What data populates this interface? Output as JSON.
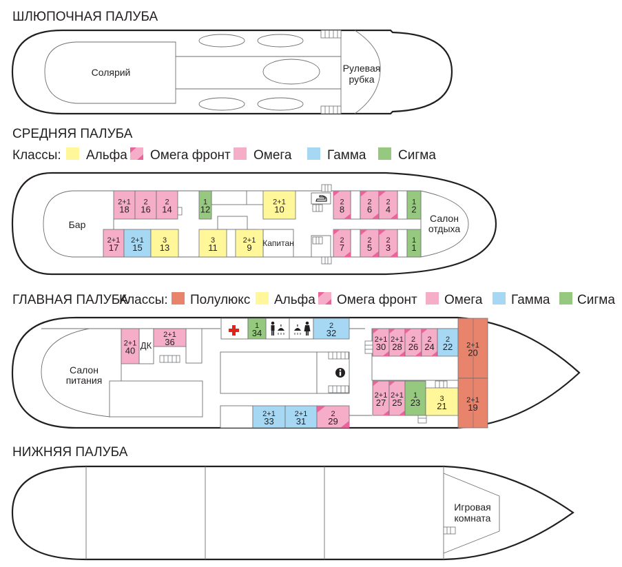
{
  "colors": {
    "alpha": "#fff799",
    "omega_front_light": "#f5adc8",
    "omega_front_dark": "#e8649a",
    "omega": "#f5adc8",
    "gamma": "#a6d8f4",
    "sigma": "#96c880",
    "semi_lux": "#e8836c",
    "red_cross": "#e2231a",
    "hull": "#231f20"
  },
  "legend_classes_label": "Классы:",
  "legend": {
    "semi_lux": "Полулюкс",
    "alpha": "Альфа",
    "omega_front": "Омега фронт",
    "omega": "Омега",
    "gamma": "Гамма",
    "sigma": "Сигма"
  },
  "boat_deck": {
    "title": "ШЛЮПОЧНАЯ ПАЛУБА",
    "solarium": "Солярий",
    "wheelhouse_line1": "Рулевая",
    "wheelhouse_line2": "рубка"
  },
  "middle_deck": {
    "title": "СРЕДНЯЯ ПАЛУБА",
    "bar": "Бар",
    "lounge_line1": "Салон",
    "lounge_line2": "отдыха",
    "captain": "Капитан",
    "cabins": [
      {
        "num": "18",
        "beds": "2+1",
        "cls": "omega"
      },
      {
        "num": "16",
        "beds": "2",
        "cls": "omega"
      },
      {
        "num": "14",
        "beds": "2",
        "cls": "omega"
      },
      {
        "num": "12",
        "beds": "1",
        "cls": "sigma"
      },
      {
        "num": "10",
        "beds": "2+1",
        "cls": "alpha"
      },
      {
        "num": "8",
        "beds": "2",
        "cls": "omega_front"
      },
      {
        "num": "6",
        "beds": "2",
        "cls": "omega_front"
      },
      {
        "num": "4",
        "beds": "2",
        "cls": "omega_front"
      },
      {
        "num": "2",
        "beds": "1",
        "cls": "sigma"
      },
      {
        "num": "17",
        "beds": "2+1",
        "cls": "omega"
      },
      {
        "num": "15",
        "beds": "2+1",
        "cls": "gamma"
      },
      {
        "num": "13",
        "beds": "3",
        "cls": "alpha"
      },
      {
        "num": "11",
        "beds": "3",
        "cls": "alpha"
      },
      {
        "num": "9",
        "beds": "2+1",
        "cls": "alpha"
      },
      {
        "num": "7",
        "beds": "2",
        "cls": "omega_front"
      },
      {
        "num": "5",
        "beds": "2",
        "cls": "omega_front"
      },
      {
        "num": "3",
        "beds": "2",
        "cls": "omega_front"
      },
      {
        "num": "1",
        "beds": "1",
        "cls": "sigma"
      }
    ]
  },
  "main_deck": {
    "title": "ГЛАВНАЯ ПАЛУБА",
    "dining_line1": "Салон",
    "dining_line2": "питания",
    "dk": "ДК",
    "cabins": [
      {
        "num": "40",
        "beds": "2+1",
        "cls": "omega"
      },
      {
        "num": "36",
        "beds": "2+1",
        "cls": "omega"
      },
      {
        "num": "34",
        "beds": "1",
        "cls": "sigma"
      },
      {
        "num": "32",
        "beds": "2",
        "cls": "gamma"
      },
      {
        "num": "30",
        "beds": "2+1",
        "cls": "omega_front"
      },
      {
        "num": "28",
        "beds": "2+1",
        "cls": "omega_front"
      },
      {
        "num": "26",
        "beds": "2",
        "cls": "omega_front"
      },
      {
        "num": "24",
        "beds": "2",
        "cls": "omega_front"
      },
      {
        "num": "22",
        "beds": "2",
        "cls": "gamma"
      },
      {
        "num": "20",
        "beds": "2+1",
        "cls": "semi_lux"
      },
      {
        "num": "33",
        "beds": "2+1",
        "cls": "gamma"
      },
      {
        "num": "31",
        "beds": "2+1",
        "cls": "gamma"
      },
      {
        "num": "29",
        "beds": "2",
        "cls": "omega_front"
      },
      {
        "num": "27",
        "beds": "2+1",
        "cls": "omega_front"
      },
      {
        "num": "25",
        "beds": "2+1",
        "cls": "omega_front"
      },
      {
        "num": "23",
        "beds": "1",
        "cls": "sigma"
      },
      {
        "num": "21",
        "beds": "3",
        "cls": "alpha"
      },
      {
        "num": "19",
        "beds": "2+1",
        "cls": "semi_lux"
      }
    ]
  },
  "lower_deck": {
    "title": "НИЖНЯЯ ПАЛУБА",
    "game_room_line1": "Игровая",
    "game_room_line2": "комната"
  }
}
